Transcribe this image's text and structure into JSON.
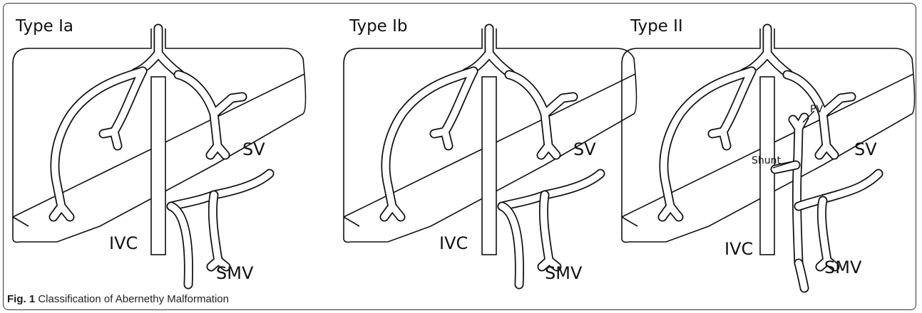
{
  "figure": {
    "caption_label": "Fig. 1",
    "caption_text": "Classification of Abernethy Malformation"
  },
  "panels": [
    {
      "title": "Type Ia",
      "labels": {
        "sv": "SV",
        "ivc": "IVC",
        "smv": "SMV"
      }
    },
    {
      "title": "Type Ib",
      "labels": {
        "sv": "SV",
        "ivc": "IVC",
        "smv": "SMV"
      }
    },
    {
      "title": "Type II",
      "labels": {
        "sv": "SV",
        "ivc": "IVC",
        "smv": "SMV",
        "pv": "PV",
        "shunt": "Shunt"
      }
    }
  ],
  "colors": {
    "line": "#111111",
    "background": "#ffffff",
    "frame": "#333333"
  }
}
